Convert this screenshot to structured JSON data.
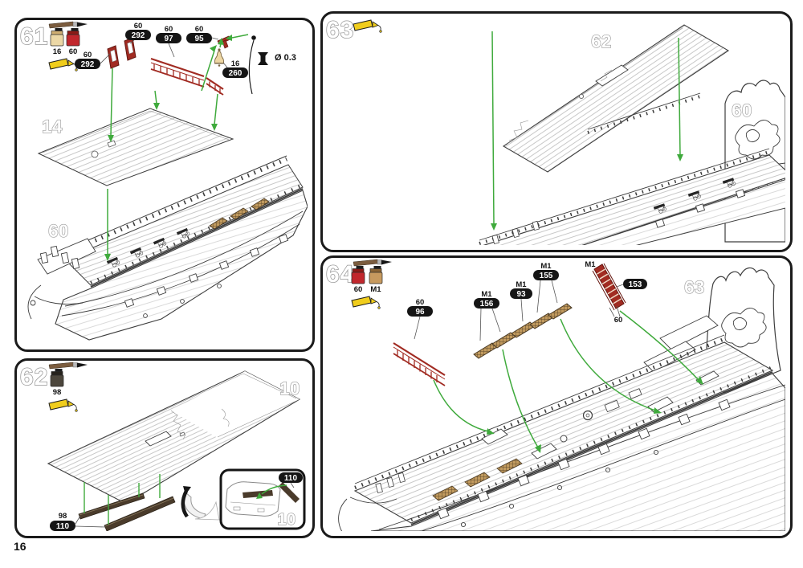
{
  "page": {
    "number": "16"
  },
  "colors": {
    "green": "#3faa3c",
    "red": "#a12b22",
    "red_dark": "#651710",
    "wood_strip": "#4a3b2b",
    "grate_wood": "#c19a5e",
    "grate_grid": "#5f4a2c",
    "bell": "#eed7a4",
    "glue": "#f0cd1c",
    "label_bg": "#151515"
  },
  "p61": {
    "step": "61",
    "paints": [
      {
        "code": "16",
        "body": "#ecd8a6",
        "band": "#cfae72"
      },
      {
        "code": "60",
        "body": "#c1272d",
        "band": "#8c1a16"
      }
    ],
    "callouts": {
      "c292a": {
        "code": "60",
        "part": "292"
      },
      "c292b": {
        "code": "60",
        "part": "292"
      },
      "c97": {
        "code": "60",
        "part": "97"
      },
      "c95": {
        "code": "60",
        "part": "95"
      },
      "c260": {
        "code": "16",
        "part": "260"
      }
    },
    "thread_dia": "Ø 0.3",
    "deck_number": "14",
    "hull_number": "60"
  },
  "p62": {
    "step": "62",
    "paints": [
      {
        "code": "98",
        "body": "#4c463c",
        "band": "#26221c"
      }
    ],
    "deck_number": "10",
    "callout": {
      "code": "98",
      "part": "110"
    },
    "inset": {
      "part": "110",
      "deck_number": "10"
    }
  },
  "p63": {
    "step": "63",
    "deck_number": "62",
    "hull_number": "60"
  },
  "p64": {
    "step": "64",
    "paints": [
      {
        "code": "60",
        "body": "#c1272d",
        "band": "#8c1a16"
      },
      {
        "code": "M1",
        "body": "#c79a5f",
        "band": "#8a6434"
      }
    ],
    "callouts": {
      "c96": {
        "code": "60",
        "part": "96"
      },
      "c156": {
        "code": "M1",
        "part": "156"
      },
      "c93": {
        "code": "M1",
        "part": "93"
      },
      "c155": {
        "code": "M1",
        "part": "155"
      },
      "c153": {
        "code": "M1",
        "part": "153"
      },
      "stair_paint": "60"
    },
    "hull_number": "63"
  }
}
